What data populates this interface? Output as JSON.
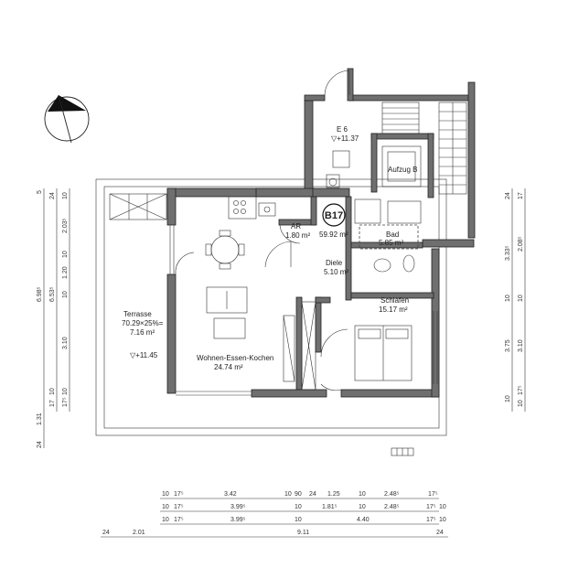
{
  "unit_badge": "B17",
  "rooms": {
    "terrace": {
      "name": "Terrasse",
      "area_line1": "70.29×25%=",
      "area_line2": "7.16 m²",
      "level": "▽+11.45"
    },
    "living": {
      "name": "Wohnen-Essen-Kochen",
      "area": "24.74 m²"
    },
    "ar": {
      "name": "AR",
      "area": "1.80 m²"
    },
    "total": {
      "area": "59.92 m²"
    },
    "bath": {
      "name": "Bad",
      "area": "5.85 m²"
    },
    "hall": {
      "name": "Diele",
      "area": "5.10 m²"
    },
    "bedroom": {
      "name": "Schlafen",
      "area": "15.17 m²"
    },
    "stair": {
      "name": "E 6",
      "level": "▽+11.37"
    },
    "elevator": {
      "name": "Aufzug B"
    }
  },
  "dims_bottom": {
    "row1": [
      "10",
      "17⁵",
      "3.42",
      "10",
      "90",
      "24",
      "1.25",
      "10",
      "2.48⁵",
      "17⁵"
    ],
    "row2": [
      "10",
      "17⁵",
      "3.99⁵",
      "10",
      "1.81⁵",
      "10",
      "2.48⁵",
      "17⁵",
      "10"
    ],
    "row3": [
      "10",
      "17⁵",
      "3.99⁵",
      "10",
      "4.40",
      "17⁵",
      "10"
    ],
    "row4": [
      "24",
      "2.01",
      "9.11",
      "24"
    ]
  },
  "dims_left": {
    "outer": [
      "5",
      "6.98⁵",
      "1.31",
      "24"
    ],
    "middle": [
      "24",
      "6.53⁵",
      "10",
      "17"
    ],
    "inner": [
      "10",
      "2.03⁵",
      "10",
      "1.20",
      "10",
      "3.10",
      "10",
      "17⁵"
    ]
  },
  "dims_right": {
    "outer": [
      "24",
      "3.33⁵",
      "10",
      "3.75",
      "10"
    ],
    "inner": [
      "17",
      "2.08⁵",
      "10",
      "3.10",
      "17⁵",
      "10"
    ]
  }
}
